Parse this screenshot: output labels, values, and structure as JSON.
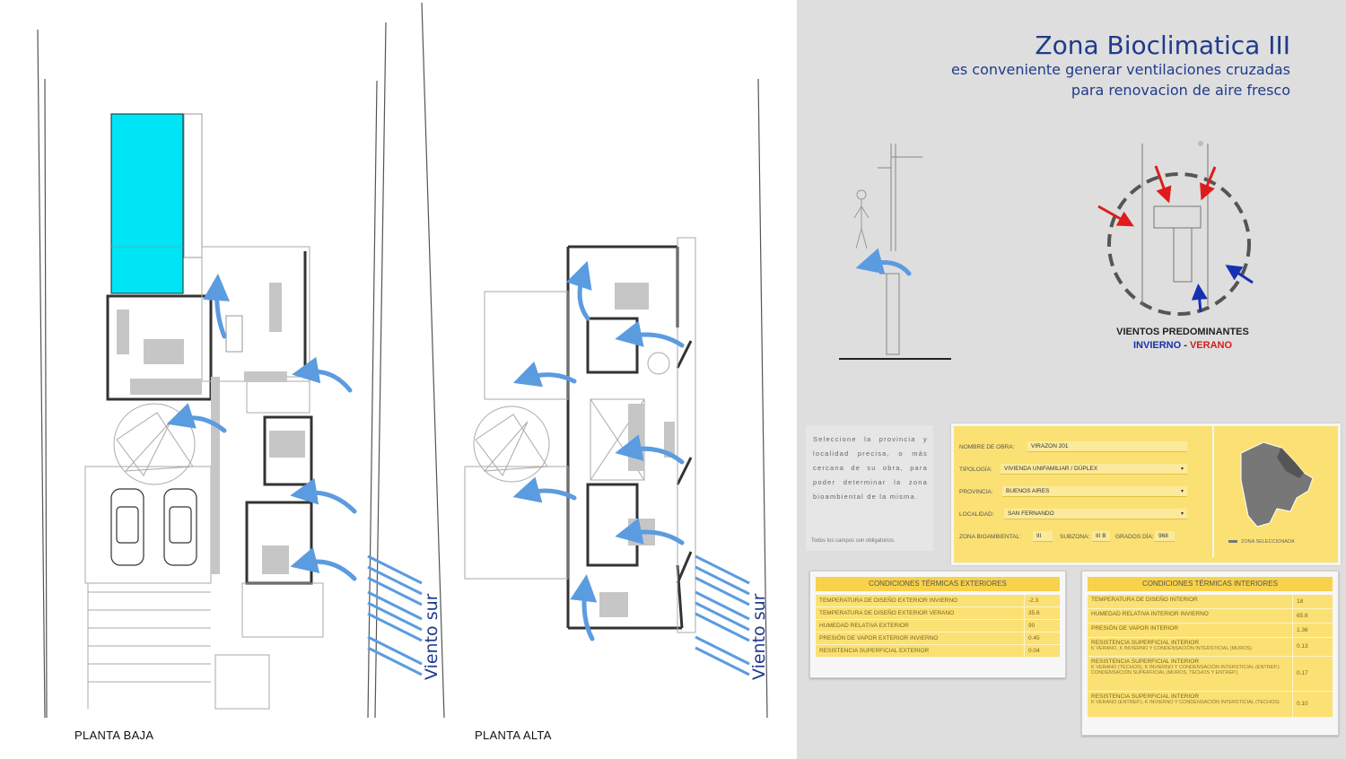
{
  "plans": {
    "ground_label": "PLANTA BAJA",
    "upper_label": "PLANTA ALTA",
    "wind_label_ground": "Viento sur",
    "wind_label_upper": "Viento sur"
  },
  "header": {
    "title": "Zona Bioclimatica III",
    "subtitle_line1": "es conveniente generar ventilaciones cruzadas",
    "subtitle_line2": "para renovacion de aire fresco"
  },
  "winds": {
    "title": "VIENTOS PREDOMINANTES",
    "winter": "INVIERNO",
    "separator": " - ",
    "summer": "VERANO"
  },
  "colors": {
    "pool": "#00e5f5",
    "arrow_blue": "#5b9be0",
    "title_blue": "#1f3b8c",
    "wind_red": "#e01b1b",
    "wind_blue": "#1530b0",
    "form_yellow": "#fbe173",
    "header_yellow": "#f8d24a"
  },
  "info": {
    "text": "Seleccione la provincia y localidad precisa, o más cercana de su obra, para poder determinar la zona bioambiental de la misma.",
    "note": "Todos los campos son obligatorios."
  },
  "form": {
    "obra_label": "NOMBRE DE OBRA:",
    "obra_value": "VIRAZON 201",
    "tipologia_label": "TIPOLOGÍA:",
    "tipologia_value": "VIVIENDA UNIFAMILIAR / DÚPLEX",
    "provincia_label": "PROVINCIA:",
    "provincia_value": "BUENOS AIRES",
    "localidad_label": "LOCALIDAD:",
    "localidad_value": "SAN FERNANDO",
    "zona_label": "ZONA BIOAMBIENTAL:",
    "zona_value": "III",
    "subzona_label": "SUBZONA:",
    "subzona_value": "III B",
    "grados_label": "GRADOS DÍA:",
    "grados_value": "968",
    "map_label": "ZONA SELECCIONADA"
  },
  "exterior": {
    "title": "CONDICIONES TÉRMICAS EXTERIORES",
    "rows": [
      {
        "label": "TEMPERATURA DE DISEÑO EXTERIOR INVIERNO",
        "value": "-2.3"
      },
      {
        "label": "TEMPERATURA DE DISEÑO EXTERIOR VERANO",
        "value": "35.6"
      },
      {
        "label": "HUMEDAD RELATIVA EXTERIOR",
        "value": "90"
      },
      {
        "label": "PRESIÓN DE VAPOR EXTERIOR INVIERNO",
        "value": "0.45"
      },
      {
        "label": "RESISTENCIA SUPERFICIAL EXTERIOR",
        "value": "0.04"
      }
    ]
  },
  "interior": {
    "title": "CONDICIONES TÉRMICAS INTERIORES",
    "rows": [
      {
        "label": "TEMPERATURA DE DISEÑO INTERIOR",
        "sub": "",
        "value": "18"
      },
      {
        "label": "HUMEDAD RELATIVA INTERIOR INVIERNO",
        "sub": "",
        "value": "65.6"
      },
      {
        "label": "PRESIÓN DE VAPOR INTERIOR",
        "sub": "",
        "value": "1.36"
      },
      {
        "label": "RESISTENCIA SUPERFICIAL INTERIOR",
        "sub": "K VERANO, K INVIERNO Y CONDENSACIÓN INTERSTICIAL (MUROS)",
        "value": "0.13"
      },
      {
        "label": "RESISTENCIA SUPERFICIAL INTERIOR",
        "sub": "K VERANO (TECHOS), K INVIERNO Y CONDENSACIÓN INTERSTICIAL (ENTREP.) CONDENSACIÓN SUPERFICIAL (MUROS, TECHOS Y ENTREP.)",
        "value": "0.17"
      },
      {
        "label": "RESISTENCIA SUPERFICIAL INTERIOR",
        "sub": "K VERANO (ENTREP.), K INVIERNO Y CONDENSACIÓN INTERSTICIAL (TECHOS)",
        "value": "0.10"
      }
    ]
  }
}
